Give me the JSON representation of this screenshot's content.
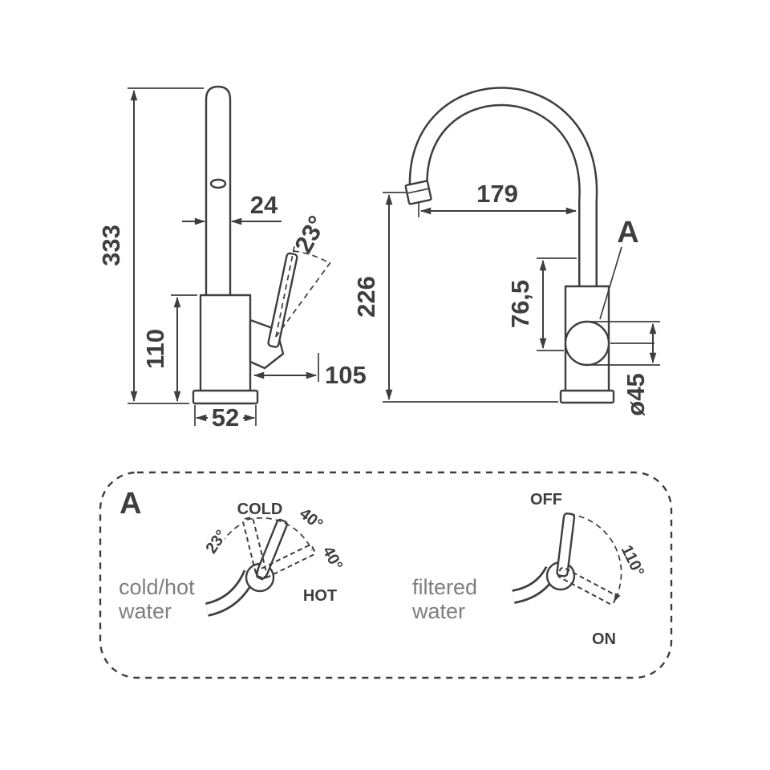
{
  "colors": {
    "line": "#3e3e3e",
    "text": "#3e3e3e",
    "caption": "#7e7e7e",
    "background": "#ffffff"
  },
  "side_view": {
    "height_total": "333",
    "spout_width": "24",
    "handle_angle": "23°",
    "body_height": "110",
    "handle_length": "105",
    "base_width": "52"
  },
  "front_view": {
    "spout_reach": "179",
    "spout_height": "226",
    "handle_offset": "76,5",
    "handle_diameter": "ø45",
    "detail_marker": "A"
  },
  "detail_panel": {
    "marker": "A",
    "mixer": {
      "caption_line1": "cold/hot",
      "caption_line2": "water",
      "cold": "COLD",
      "hot": "HOT",
      "angle_cold": "40°",
      "angle_hot": "40°",
      "tilt": "23°"
    },
    "filter": {
      "caption_line1": "filtered",
      "caption_line2": "water",
      "off": "OFF",
      "on": "ON",
      "angle": "110°"
    }
  }
}
